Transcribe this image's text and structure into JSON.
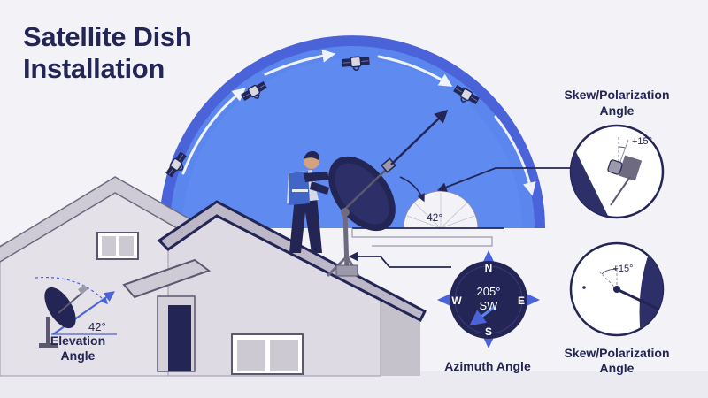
{
  "title": {
    "line1": "Satellite Dish",
    "line2": "Installation"
  },
  "elevation": {
    "angle": "42°",
    "label_line1": "Elevation",
    "label_line2": "Angle"
  },
  "roof_protractor": {
    "angle": "42°"
  },
  "azimuth": {
    "degrees": "205°",
    "direction": "SW",
    "label": "Azimuth Angle",
    "compass": {
      "north": "N",
      "south": "S",
      "east": "E",
      "west": "W"
    }
  },
  "skew_top": {
    "label_line1": "Skew/Polarization",
    "label_line2": "Angle",
    "angle": "+15°"
  },
  "skew_bottom": {
    "label_line1": "Skew/Polarization",
    "label_line2": "Angle",
    "angle": "+15°"
  },
  "colors": {
    "navy": "#232555",
    "arc_blue": "#5a86ee",
    "arc_deep": "#4a63d8",
    "house_wall": "#e4e1e8",
    "vest_blue": "#4166c8"
  },
  "icons": [
    "satellite-icon",
    "compass-icon",
    "arrow-icon",
    "protractor-icon"
  ]
}
